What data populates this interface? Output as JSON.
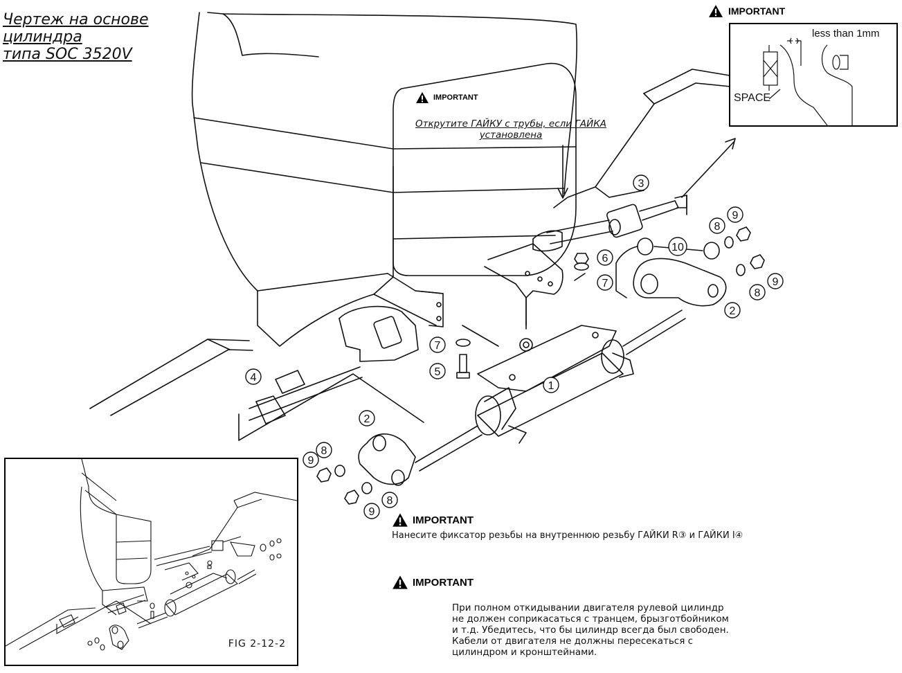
{
  "title": {
    "line1": "Чертеж на основе",
    "line2": "цилиндра",
    "line3": "типа SOC 3520V"
  },
  "important_label": "IMPORTANT",
  "notes": {
    "nut_removal": "Открутите ГАЙКУ с трубы, если ГАЙКА установлена",
    "thread_locker": "Нанесите фиксатор резьбы на внутреннюю резьбу ГАЙКИ R③ и ГАЙКИ I④",
    "clearance": "При полном откидывании двигателя рулевой цилиндр не должен соприкасаться с транцем, брызготбойником и т.д. Убедитесь, что бы цилиндр всегда был свободен. Кабели от двигателя не должны пересекаться с цилиндром и кронштейнами."
  },
  "detail": {
    "gap_label": "less than 1mm",
    "space_label": "SPACE"
  },
  "inset": {
    "figure_label": "FIG 2-12-2"
  },
  "part_labels": [
    {
      "id": "p1",
      "text": "1"
    },
    {
      "id": "p2a",
      "text": "2"
    },
    {
      "id": "p2b",
      "text": "2"
    },
    {
      "id": "p3",
      "text": "3"
    },
    {
      "id": "p4",
      "text": "4"
    },
    {
      "id": "p5",
      "text": "5"
    },
    {
      "id": "p6",
      "text": "6"
    },
    {
      "id": "p7a",
      "text": "7"
    },
    {
      "id": "p7b",
      "text": "7"
    },
    {
      "id": "p8a",
      "text": "8"
    },
    {
      "id": "p8b",
      "text": "8"
    },
    {
      "id": "p8c",
      "text": "8"
    },
    {
      "id": "p8d",
      "text": "8"
    },
    {
      "id": "p9a",
      "text": "9"
    },
    {
      "id": "p9b",
      "text": "9"
    },
    {
      "id": "p9c",
      "text": "9"
    },
    {
      "id": "p9d",
      "text": "9"
    },
    {
      "id": "p10",
      "text": "10"
    }
  ],
  "colors": {
    "line": "#111111",
    "background": "#ffffff"
  },
  "icons": [
    "warning-triangle-icon"
  ]
}
